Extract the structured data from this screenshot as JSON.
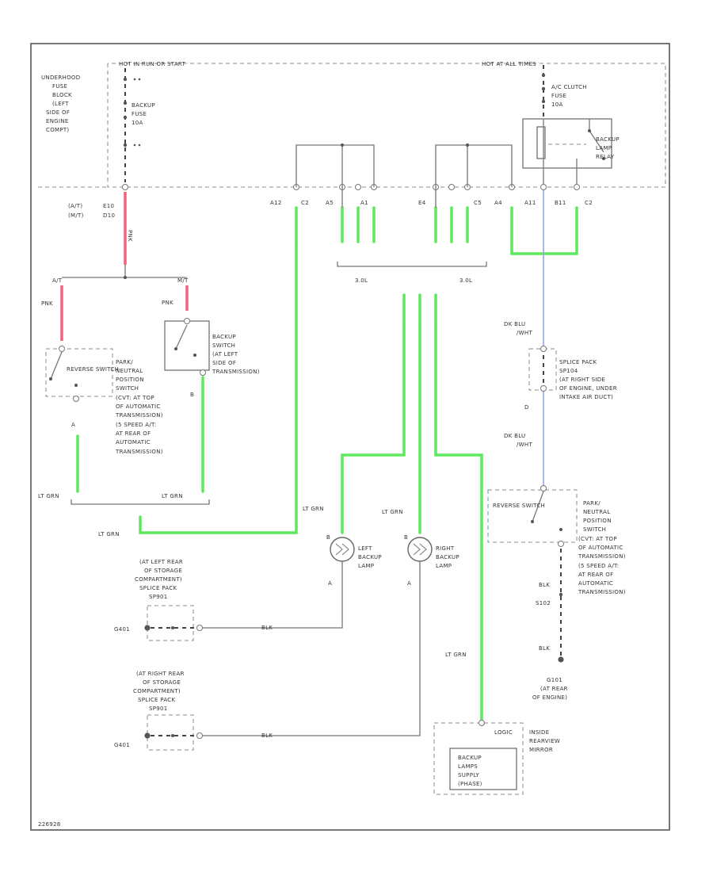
{
  "diagram": {
    "rails": {
      "left": "HOT IN RUN OR START",
      "right": "HOT AT ALL TIMES"
    },
    "fuse_block": {
      "lines": [
        "UNDERHOOD",
        "FUSE",
        "BLOCK",
        "(LEFT",
        "SIDE OF",
        "ENGINE",
        "COMPT)"
      ],
      "fuse_lines": [
        "BACKUP",
        "FUSE",
        "10A"
      ]
    },
    "ac_fuse_lines": [
      "A/C CLUTCH",
      "FUSE",
      "10A"
    ],
    "relay_lines": [
      "BACKUP",
      "LAMP",
      "RELAY"
    ],
    "pin_labels": {
      "p1": "E10",
      "p2": "D10",
      "p3": "A12",
      "p3b": "C2",
      "p4": "A5",
      "p5": "A1",
      "p6": "E4",
      "p7": "C5",
      "p8": "A4",
      "p9": "A11",
      "p10": "B11",
      "p11": "C2"
    },
    "pin_prefix": {
      "at": "(A/T)",
      "mt": "(M/T)"
    },
    "engine_labels": {
      "left": "3.0L",
      "right": "3.0L"
    },
    "branches": {
      "at": "A/T",
      "mt": "M/T"
    },
    "wire_colors": {
      "red": "PNK",
      "pnk_at": "PNK",
      "pnk_mt": "PNK",
      "ltgrn1": "LT GRN",
      "ltgrn2": "LT GRN",
      "ltgrn3": "LT GRN",
      "ltgrn4": "LT GRN",
      "ltgrn5": "LT GRN",
      "ltgrn6": "LT GRN",
      "dkblu1": [
        "DK BLU",
        "/WHT"
      ],
      "dkblu2": [
        "DK BLU",
        "/WHT"
      ],
      "blk1": "BLK",
      "blk2": "BLK",
      "blk3": "BLK",
      "blk4": "BLK"
    },
    "reverse_switch_label": "REVERSE SWITCH",
    "pn_switch_lines": [
      "PARK/",
      "NEUTRAL",
      "POSITION",
      "SWITCH",
      "(CVT: AT TOP",
      "OF AUTOMATIC",
      "TRANSMISSION)",
      "(5 SPEED A/T:",
      "AT REAR OF",
      "AUTOMATIC",
      "TRANSMISSION)"
    ],
    "backup_switch_lines": [
      "BACKUP",
      "SWITCH",
      "(AT LEFT",
      "SIDE OF",
      "TRANSMISSION)"
    ],
    "splice_pack_lines": [
      "SPLICE PACK",
      "SP104",
      "(AT RIGHT SIDE",
      "OF ENGINE, UNDER",
      "INTAKE AIR DUCT)"
    ],
    "left_lamp_lines": [
      "LEFT",
      "BACKUP",
      "LAMP"
    ],
    "right_lamp_lines": [
      "RIGHT",
      "BACKUP",
      "LAMP"
    ],
    "left_splice_lines": [
      "(AT LEFT REAR",
      "OF STORAGE",
      "COMPARTMENT)",
      "SPLICE PACK",
      "SP901"
    ],
    "right_splice_lines": [
      "(AT RIGHT REAR",
      "OF STORAGE",
      "COMPARTMENT)",
      "SPLICE PACK",
      "SP901"
    ],
    "ground_left": "G401",
    "ground_right": "G401",
    "ground_engine_lines": [
      "G101",
      "(AT REAR",
      "OF ENGINE)"
    ],
    "splice_s102": "S102",
    "mirror_lines": [
      "INSIDE",
      "REARVIEW",
      "MIRROR"
    ],
    "mirror_logic": "LOGIC",
    "mirror_box_lines": [
      "BACKUP",
      "LAMPS",
      "SUPPLY",
      "(PHASE)"
    ],
    "lamp_pins": {
      "left_top": "B",
      "left_bot": "A",
      "right_top": "B",
      "right_bot": "A"
    },
    "switch_pins": {
      "rev_a": "A",
      "bk_b": "B",
      "sp_c": "D"
    },
    "figure_id": "226928"
  }
}
